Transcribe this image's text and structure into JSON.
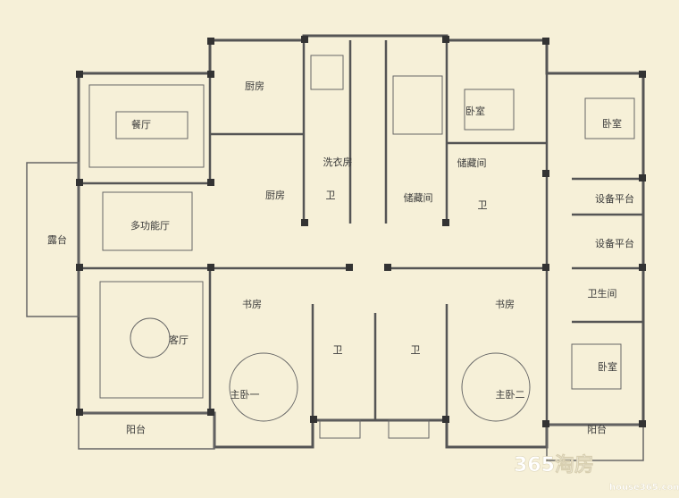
{
  "rooms": {
    "dining": "餐厅",
    "kitchen_1": "厨房",
    "kitchen_2": "厨房",
    "laundry": "洗衣房",
    "bath_small": "卫",
    "bedroom_top": "卧室",
    "bedroom_right": "卧室",
    "storage_1": "储藏间",
    "storage_2": "储藏间",
    "bath_mid": "卫",
    "equip_1": "设备平台",
    "equip_2": "设备平台",
    "multi_hall": "多功能厅",
    "terrace": "露台",
    "living": "客厅",
    "study_left": "书房",
    "study_right": "书房",
    "wc_right": "卫生间",
    "bath_left": "卫",
    "bath_right": "卫",
    "master_1": "主卧一",
    "master_2": "主卧二",
    "bedroom_lower": "卧室",
    "balcony_left": "阳台",
    "balcony_right": "阳台"
  },
  "watermark": {
    "brand": "365淘房",
    "url": "house365.com"
  },
  "colors": {
    "background": "#f6f0d8",
    "wall": "#555555",
    "column": "#333333",
    "room_fill": "#f8f3df",
    "watermark": "#ffffff"
  }
}
